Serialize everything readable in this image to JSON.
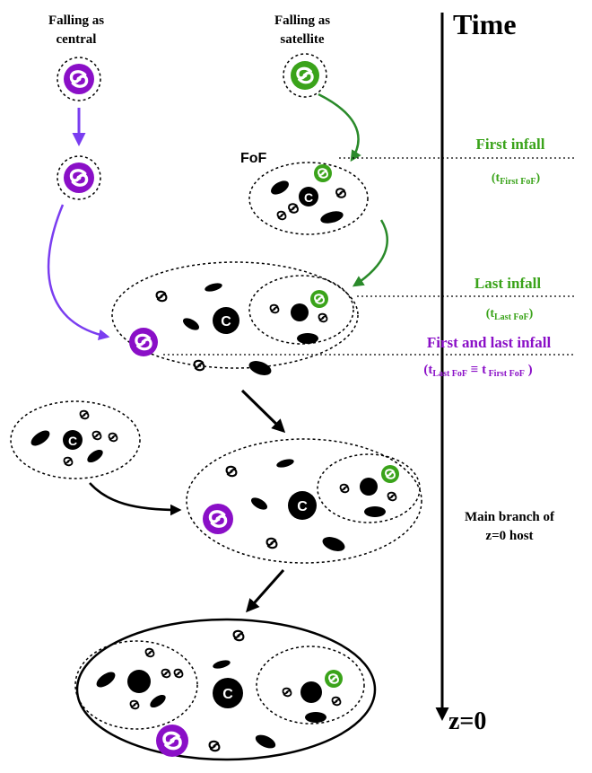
{
  "labels": {
    "falling_central_1": "Falling as",
    "falling_central_2": "central",
    "falling_satellite_1": "Falling as",
    "falling_satellite_2": "satellite",
    "time": "Time",
    "fof": "FoF",
    "first_infall": "First infall",
    "first_infall_t_main": "(t",
    "first_infall_t_sub": "First FoF",
    "first_infall_t_close": ")",
    "last_infall": "Last infall",
    "last_infall_t_main": "(t",
    "last_infall_t_sub": "Last FoF",
    "last_infall_t_close": ")",
    "first_last_infall": "First and last infall",
    "fl_t_main": "(t",
    "fl_t_sub1": "Last FoF",
    "fl_equiv": " ≡ t",
    "fl_t_sub2": " First FoF",
    "fl_t_close": " )",
    "main_branch_1": "Main branch of",
    "main_branch_2": "z=0 host",
    "z0": "z=0",
    "central_marker": "C"
  },
  "colors": {
    "purple": "#8a0fc7",
    "purple_arrow": "#7a3df0",
    "green": "#3aa31a",
    "green_arrow": "#2a8a2a",
    "black": "#000000"
  }
}
